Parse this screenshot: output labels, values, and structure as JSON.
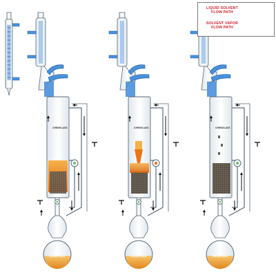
{
  "legend": {
    "liquid_label": "LIQUID SOLVENT FLOW PATH",
    "vapor_label": "SOLVENT VAPOR FLOW PATH"
  },
  "brand_text": "CHEMGLASS",
  "colors": {
    "condenser_blue": "#4a90d9",
    "glass_outline": "#5a6a78",
    "solvent_orange": "#e8751a",
    "solvent_light": "#f6b04a",
    "flask_solvent": "#f2a93b",
    "thimble": "#6b6256",
    "legend_red": "#d0202a",
    "arrow_black": "#111111"
  },
  "apparatus": [
    {
      "id": "stage-1",
      "state": "filling"
    },
    {
      "id": "stage-2",
      "state": "siphoning"
    },
    {
      "id": "stage-3",
      "state": "drained"
    }
  ]
}
